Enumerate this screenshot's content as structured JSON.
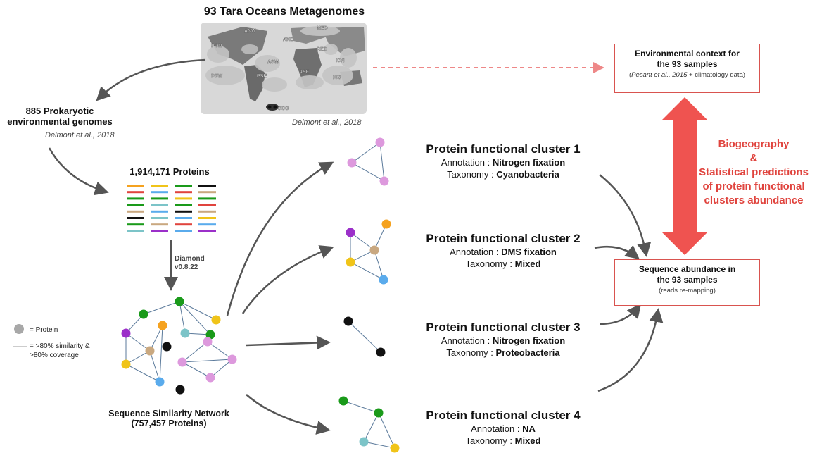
{
  "title": "93 Tara Oceans Metagenomes",
  "map": {
    "credit": "Delmont et al., 2018",
    "regions": [
      "ANW",
      "ANE",
      "MED",
      "PON",
      "RED",
      "ION",
      "ASW",
      "PSW",
      "PSE",
      "ASE",
      "IOS",
      "SOC"
    ]
  },
  "prokaryotic": {
    "title_line1": "885 Prokaryotic",
    "title_line2": "environmental genomes",
    "credit": "Delmont et al., 2018"
  },
  "proteins": {
    "title": "1,914,171 Proteins"
  },
  "diamond": {
    "line1": "Diamond",
    "line2": "v0.8.22"
  },
  "legend": {
    "protein_label": "= Protein",
    "edge_label_line1": "= >80% similarity &",
    "edge_label_line2": ">80% coverage"
  },
  "network": {
    "line1": "Sequence Similarity Network",
    "line2": "(757,457 Proteins)"
  },
  "clusters": [
    {
      "title": "Protein functional cluster 1",
      "annotation_label": "Annotation :",
      "annotation_value": "Nitrogen fixation",
      "taxonomy_label": "Taxonomy :",
      "taxonomy_value": "Cyanobacteria"
    },
    {
      "title": "Protein functional cluster 2",
      "annotation_label": "Annotation :",
      "annotation_value": "DMS fixation",
      "taxonomy_label": "Taxonomy :",
      "taxonomy_value": "Mixed"
    },
    {
      "title": "Protein functional cluster 3",
      "annotation_label": "Annotation :",
      "annotation_value": "Nitrogen fixation",
      "taxonomy_label": "Taxonomy :",
      "taxonomy_value": "Proteobacteria"
    },
    {
      "title": "Protein functional cluster 4",
      "annotation_label": "Annotation :",
      "annotation_value": "NA",
      "taxonomy_label": "Taxonomy :",
      "taxonomy_value": "Mixed"
    }
  ],
  "env_box": {
    "line1": "Environmental context for",
    "line2": "the 93 samples",
    "source_italic": "Pesant et al., 2015",
    "source_rest": "+ climatology data"
  },
  "abundance_box": {
    "line1": "Sequence abundance in",
    "line2": "the 93 samples",
    "note": "(reads re-mapping)"
  },
  "biogeography": {
    "line1": "Biogeography",
    "line2": "&",
    "line3": "Statistical predictions",
    "line4": "of protein functional",
    "line5": "clusters abundance"
  },
  "colors": {
    "accent_red": "#e0443e",
    "arrow_gray": "#555555",
    "green": "#1a9a1a",
    "yellow": "#f0c419",
    "teal": "#7cc4c8",
    "orange": "#f5a21f",
    "purple": "#9b30c9",
    "tan": "#c9a880",
    "blue": "#5aabec",
    "pink": "#dd99dd",
    "black": "#111111"
  }
}
